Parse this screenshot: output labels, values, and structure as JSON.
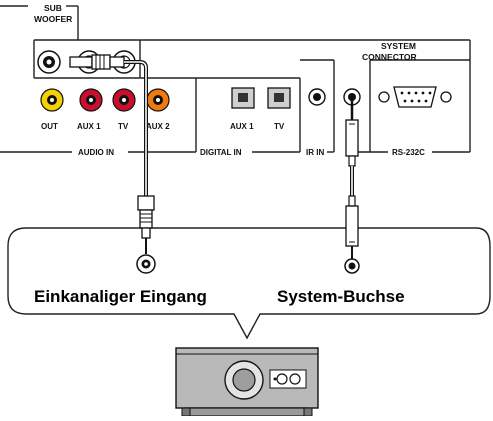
{
  "panel": {
    "subwoofer_line1": "SUB",
    "subwoofer_line2": "WOOFER",
    "system_connector_line1": "SYSTEM",
    "system_connector_line2": "CONNECTOR",
    "labels": {
      "out": "OUT",
      "aux1": "AUX 1",
      "tv": "TV",
      "aux2": "AUX 2",
      "digital_aux1": "AUX 1",
      "digital_tv": "TV"
    },
    "groups": {
      "audio_in": "AUDIO IN",
      "digital_in": "DIGITAL IN",
      "ir_in": "IR IN",
      "rs232c": "RS-232C"
    }
  },
  "callout": {
    "left_caption": "Einkanaliger Eingang",
    "right_caption": "System-Buchse"
  },
  "colors": {
    "jack_yellow": "#f2d200",
    "jack_red": "#c8102e",
    "jack_orange": "#f07a10",
    "panel_line": "#222222",
    "device_gray": "#b9b9b9"
  },
  "icons": [
    "rca-jack-icon",
    "optical-jack-icon",
    "mini-jack-icon",
    "db9-connector-icon",
    "rca-cable-icon",
    "mini-plug-cable-icon",
    "subwoofer-device-icon"
  ]
}
